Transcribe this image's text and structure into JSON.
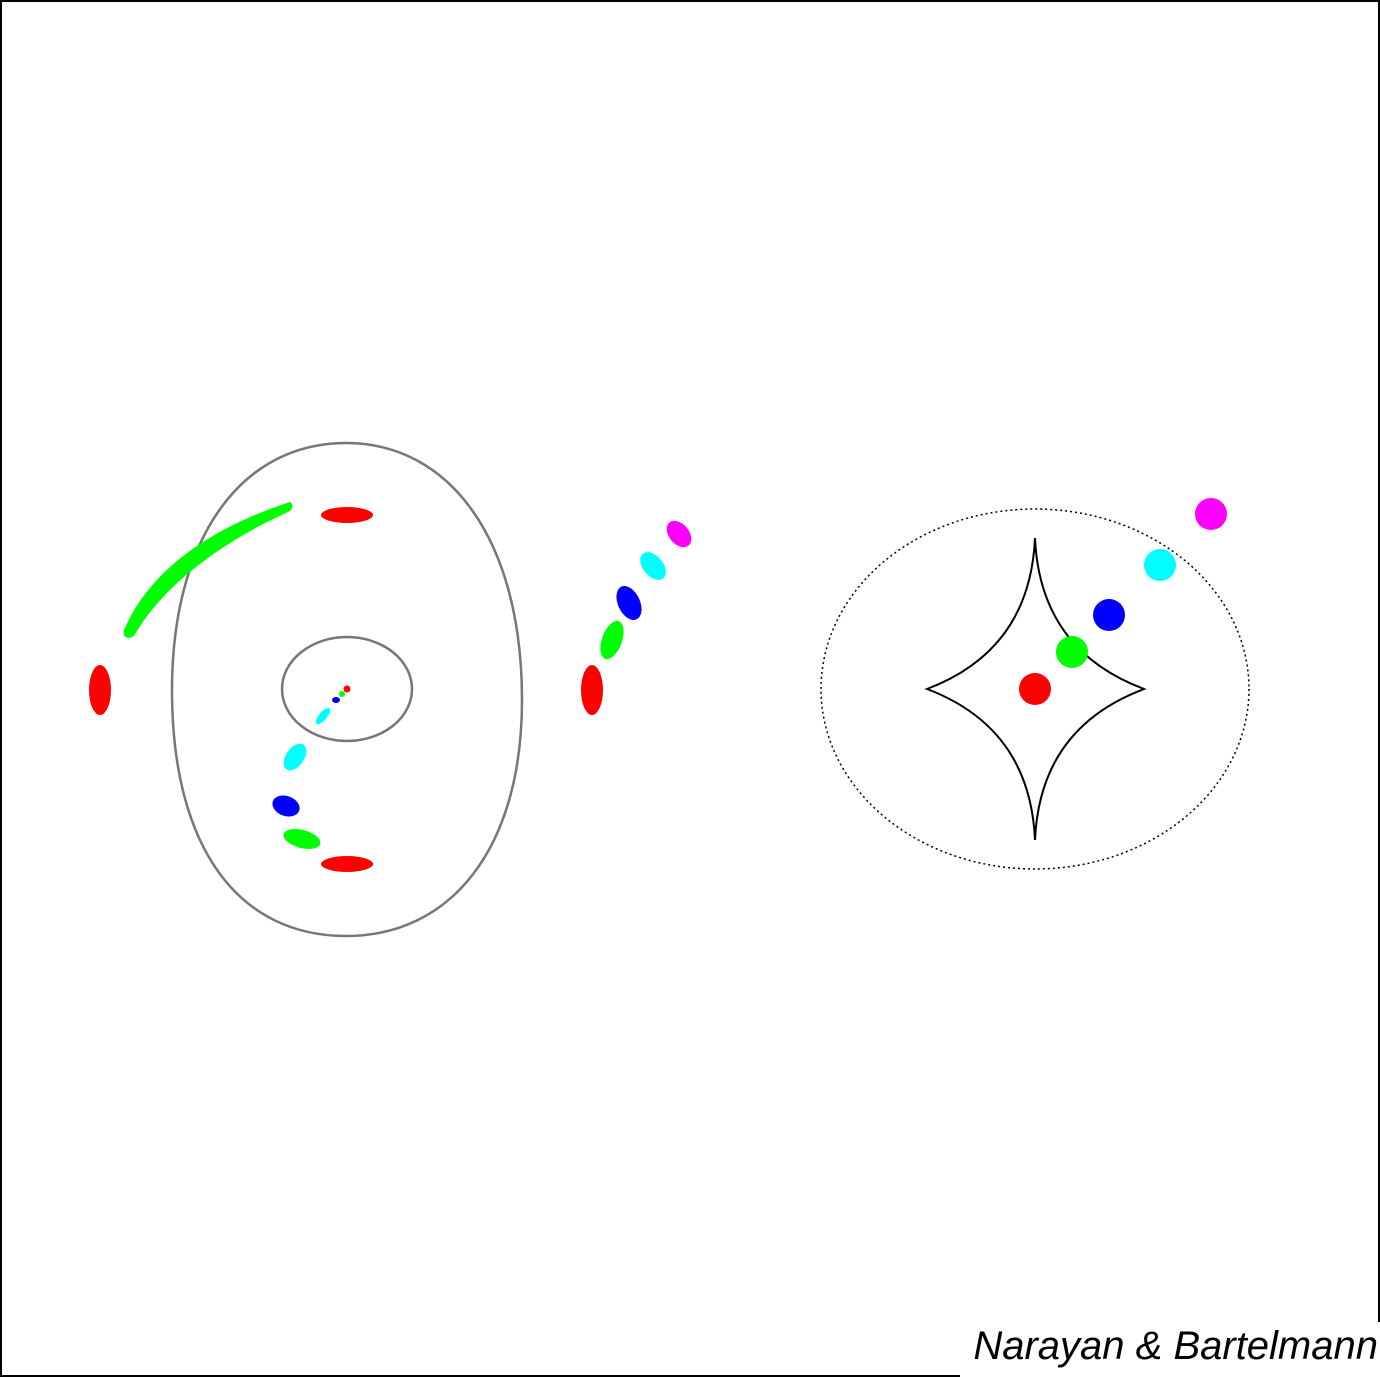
{
  "credit": "Narayan & Bartelmann",
  "colors": {
    "red": "#ff0000",
    "green": "#00ff00",
    "blue": "#0000ff",
    "cyan": "#00ffff",
    "magenta": "#ff00ff",
    "critical_curve": "#777777",
    "caustic": "#000000",
    "frame": "#000000"
  },
  "panels": [
    {
      "name": "image-plane",
      "contents": [
        "outer-critical-curve",
        "inner-critical-curve",
        "lensed-images"
      ]
    },
    {
      "name": "source-plane",
      "contents": [
        "astroid-caustic",
        "dotted-elliptical-caustic",
        "source-disks"
      ]
    }
  ],
  "source_sequence": [
    "red",
    "green",
    "blue",
    "cyan",
    "magenta"
  ]
}
